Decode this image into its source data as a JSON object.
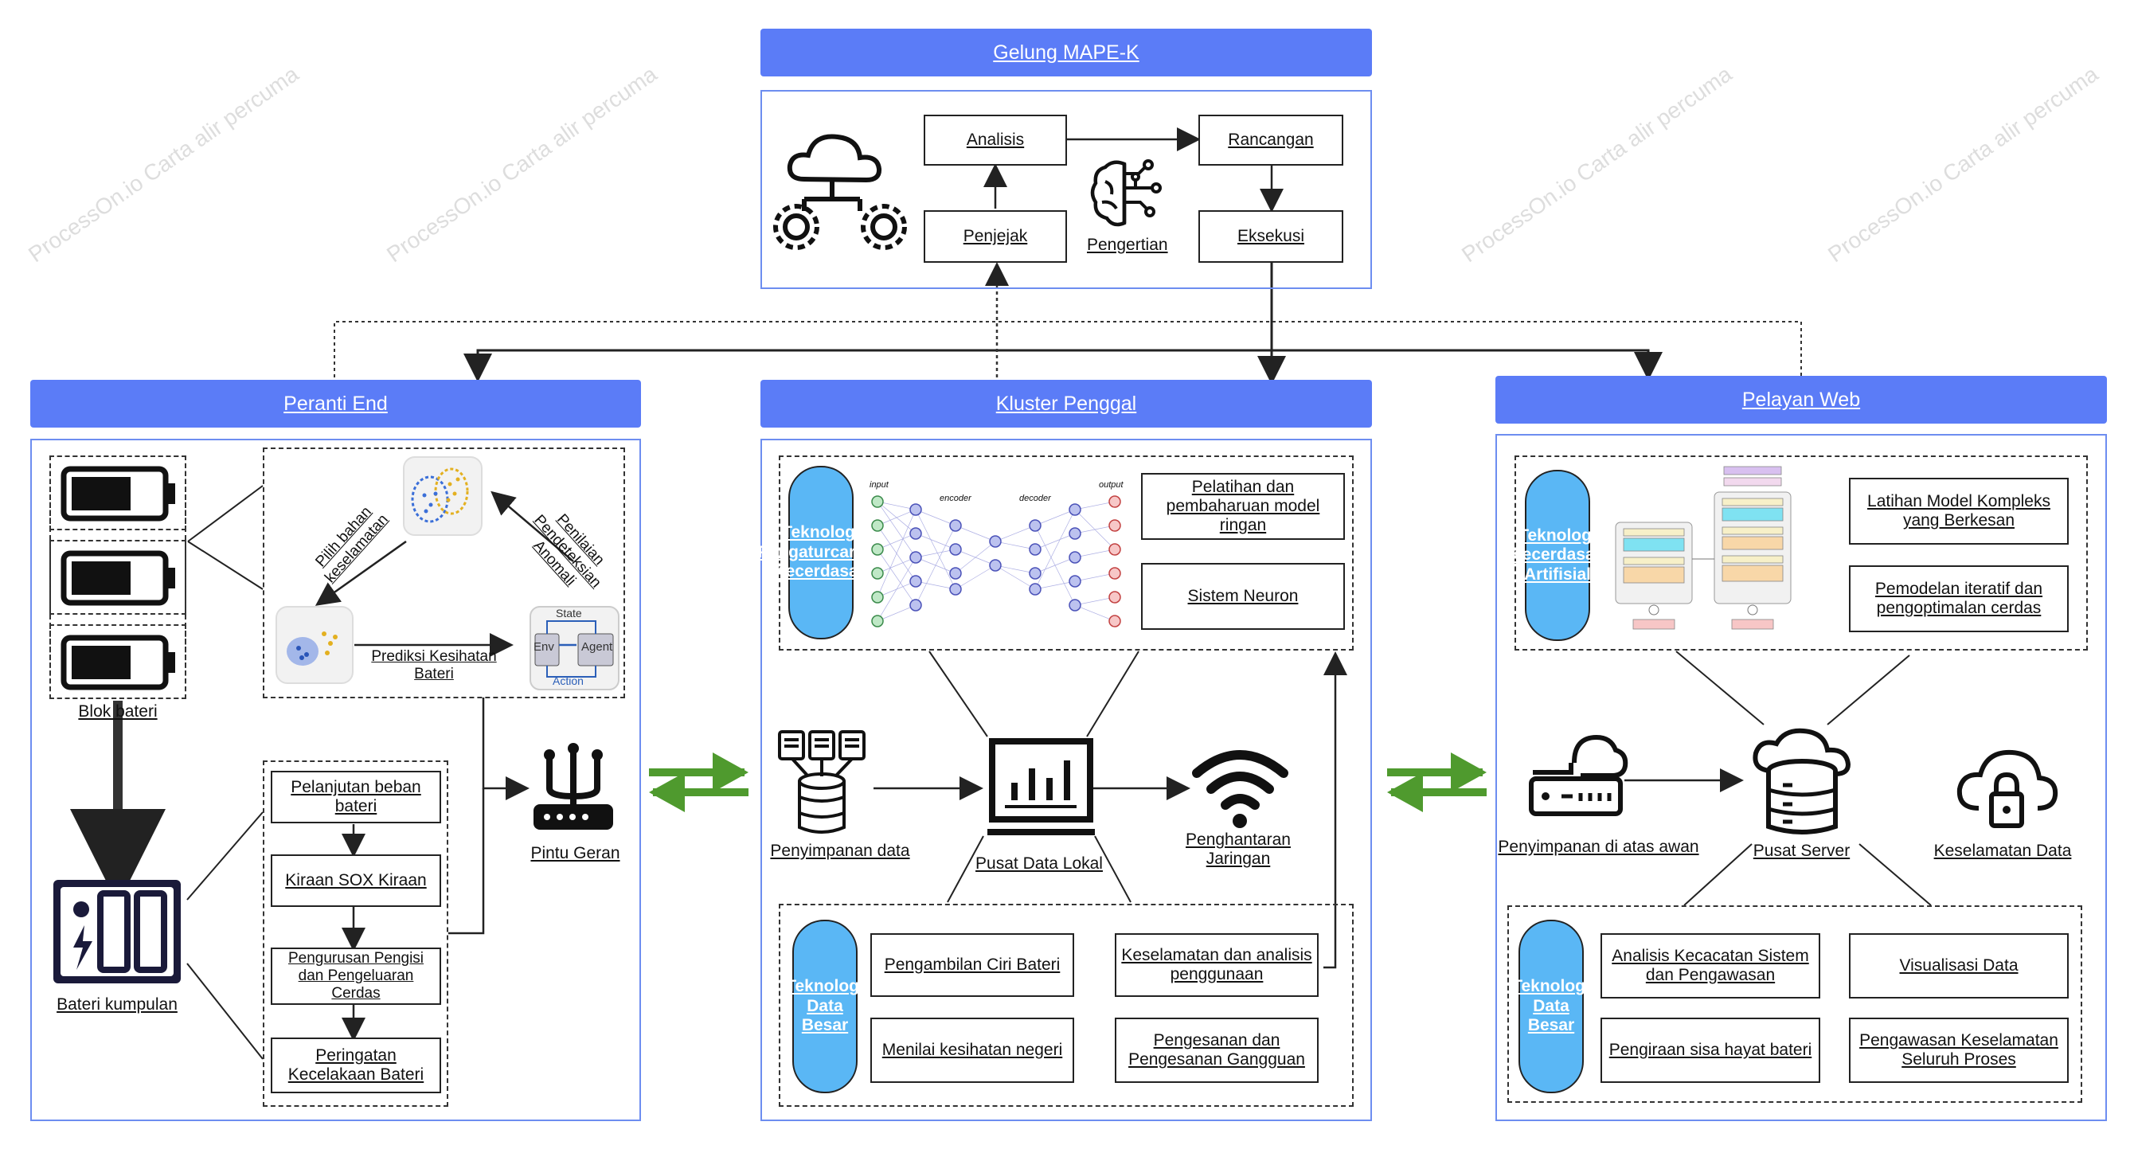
{
  "watermark": "ProcessOn.io Carta alir percuma",
  "mape": {
    "title": "Gelung MAPE-K",
    "analisis": "Analisis",
    "rancangan": "Rancangan",
    "penjejak": "Penjejak",
    "eksekusi": "Eksekusi",
    "pengertian": "Pengertian"
  },
  "end": {
    "title": "Peranti End",
    "blok_bateri": "Blok bateri",
    "bateri_kumpulan": "Bateri kumpulan",
    "pilih_bahan": "Pilih bahan keselamatan",
    "penilaian": "Penilaian Pendeteksian Anomali",
    "prediksi": "Prediksi Kesihatan Bateri",
    "rl_state": "State",
    "rl_env": "Env",
    "rl_agent": "Agent",
    "rl_action": "Action",
    "pelanjutan": "Pelanjutan beban bateri",
    "kiraan": "Kiraan SOX Kiraan",
    "pengurusan": "Pengurusan Pengisi dan Pengeluaran Cerdas",
    "peringatan": "Peringatan Kecelakaan Bateri",
    "pintu": "Pintu Geran"
  },
  "edge": {
    "title": "Kluster Penggal",
    "pill_top": "Teknologi Pengaturcaraan Kecerdasan",
    "nn_input": "input",
    "nn_encoder": "encoder",
    "nn_decoder": "decoder",
    "nn_output": "output",
    "pelatihan": "Pelatihan dan pembaharuan model ringan",
    "sistem_neuron": "Sistem Neuron",
    "penyimpanan": "Penyimpanan data",
    "pusat_lokal": "Pusat Data Lokal",
    "penghantaran": "Penghantaran Jaringan",
    "pill_bottom": "Teknologi Data Besar",
    "pengambilan": "Pengambilan Ciri Bateri",
    "keselamatan_analisis": "Keselamatan dan analisis penggunaan",
    "menilai": "Menilai kesihatan negeri",
    "pengesanan": "Pengesanan dan Pengesanan Gangguan"
  },
  "web": {
    "title": "Pelayan Web",
    "pill_top": "Teknologi Kecerdasan Artifisial",
    "latihan": "Latihan Model Kompleks yang Berkesan",
    "pemodelan": "Pemodelan iteratif dan pengoptimalan cerdas",
    "penyimpanan_awan": "Penyimpanan di atas awan",
    "pusat_server": "Pusat Server",
    "keselamatan_data": "Keselamatan Data",
    "pill_bottom": "Teknologi Data Besar",
    "analisis_kecacatan": "Analisis Kecacatan Sistem dan Pengawasan",
    "visualisasi": "Visualisasi Data",
    "pengiraan": "Pengiraan sisa hayat bateri",
    "pengawasan": "Pengawasan Keselamatan Seluruh Proses"
  },
  "colors": {
    "header": "#5b7cf7",
    "panel_border": "#6d8df0",
    "pill": "#5ab7f5",
    "exchange_arrow": "#4f9a2e"
  }
}
